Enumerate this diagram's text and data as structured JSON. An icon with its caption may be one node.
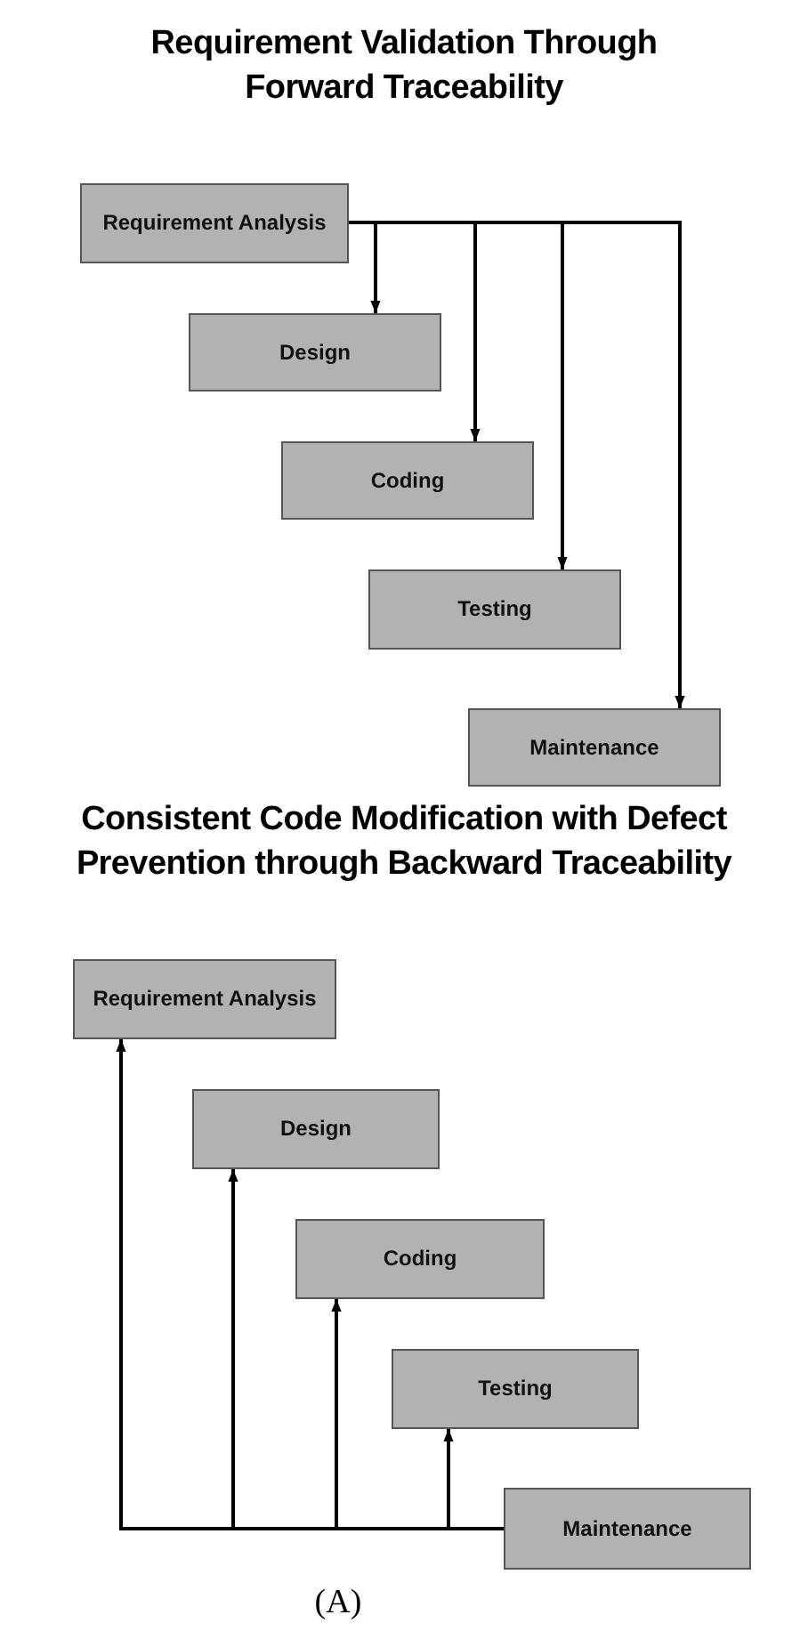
{
  "diagram": {
    "title": "Requirement Validation Through Forward Traceability",
    "caption": "(A)",
    "nodes": [
      {
        "text": [
          "Requirement Analysis"
        ]
      },
      {
        "text": [
          "Design"
        ]
      },
      {
        "text": [
          "Coding"
        ]
      },
      {
        "text": [
          "Testing"
        ]
      },
      {
        "text": [
          "Maintenance"
        ]
      },
      {
        "text": [
          "Requirement Analysis"
        ]
      },
      {
        "text": [
          "Design"
        ]
      },
      {
        "text": [
          "Coding"
        ]
      },
      {
        "text": [
          "Testing"
        ]
      },
      {
        "text": [
          "Maintenance"
        ]
      }
    ],
    "edges": [
      {
        "from": 0,
        "to": 1,
        "arrow": "to"
      },
      {
        "from": 0,
        "to": 2,
        "arrow": "to"
      },
      {
        "from": 0,
        "to": 3,
        "arrow": "to"
      },
      {
        "from": 0,
        "to": 4,
        "arrow": "to"
      },
      {
        "from": 9,
        "to": 5,
        "arrow": "to"
      },
      {
        "from": 9,
        "to": 6,
        "arrow": "to"
      },
      {
        "from": 9,
        "to": 7,
        "arrow": "to"
      },
      {
        "from": 9,
        "to": 8,
        "arrow": "to"
      }
    ],
    "labels": [
      "Consistent Code Modification with Defect Prevention through Backward Traceability"
    ]
  }
}
